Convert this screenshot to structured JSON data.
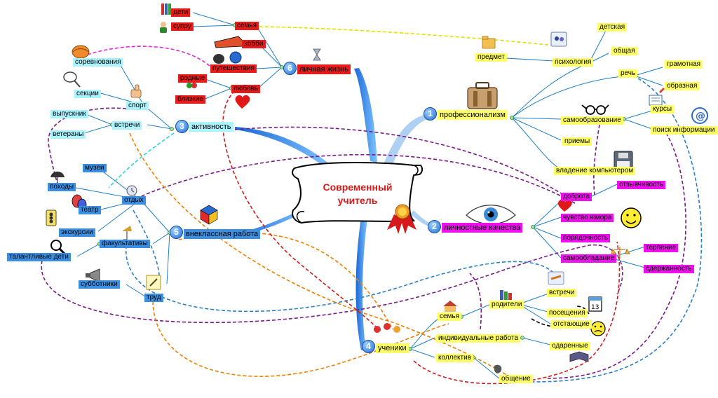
{
  "center": {
    "line1": "Современный",
    "line2": "учитель"
  },
  "branches": {
    "b1": {
      "num": "1",
      "label": "профессионализм"
    },
    "b2": {
      "num": "2",
      "label": "личностные качества"
    },
    "b3": {
      "num": "3",
      "label": "активность"
    },
    "b4": {
      "num": "4",
      "label": "ученики"
    },
    "b5": {
      "num": "5",
      "label": "внеклассная работа"
    },
    "b6": {
      "num": "6",
      "label": "личная жизнь"
    }
  },
  "prof": {
    "predmet": "предмет",
    "psihologiya": "психология",
    "detskaya": "детская",
    "obshchaya": "общая",
    "rech": "речь",
    "gramotnaya": "грамотная",
    "obraznaya": "образная",
    "samoobrazovanie": "самообразование",
    "kursy": "курсы",
    "poisk": "поиск информации",
    "priemy": "приемы",
    "vladenie": "владение компьютером"
  },
  "qual": {
    "dobrota": "доброта",
    "otzyvchivost": "отзывчивость",
    "yumor": "чувство юмора",
    "poryadochnost": "порядочность",
    "samoobladanie": "самообладание",
    "terpenie": "терпение",
    "sderzhannost": "сдержанность"
  },
  "act": {
    "sorevnovaniya": "соревнования",
    "sekcii": "секции",
    "sport": "спорт",
    "vypusknik": "выпускник",
    "vstrechi": "встречи",
    "veterany": "ветераны"
  },
  "life": {
    "deti": "дети",
    "supru": "супру",
    "semya": "семья",
    "hobbi": "хобби",
    "puteshestviya": "путешествия",
    "rodnye": "родные",
    "blizkie": "близкие",
    "lyubov": "любовь"
  },
  "extra": {
    "muzei": "музеи",
    "pohody": "походы",
    "otdyh": "отдых",
    "teatr": "театр",
    "ekskursii": "экскурсии",
    "fakultativy": "факультативы",
    "talantlivye": "талантливые дети",
    "subbotniki": "субботники",
    "trud": "труд"
  },
  "pupils": {
    "semya": "семья",
    "roditeli": "родители",
    "vstrechi": "встречи",
    "poseshcheniya": "посещения",
    "otstayushchie": "отстающие",
    "individ": "индивидуальные работа",
    "odarennye": "одаренные",
    "kollektiv": "коллектив",
    "obshchenie": "общение"
  }
}
